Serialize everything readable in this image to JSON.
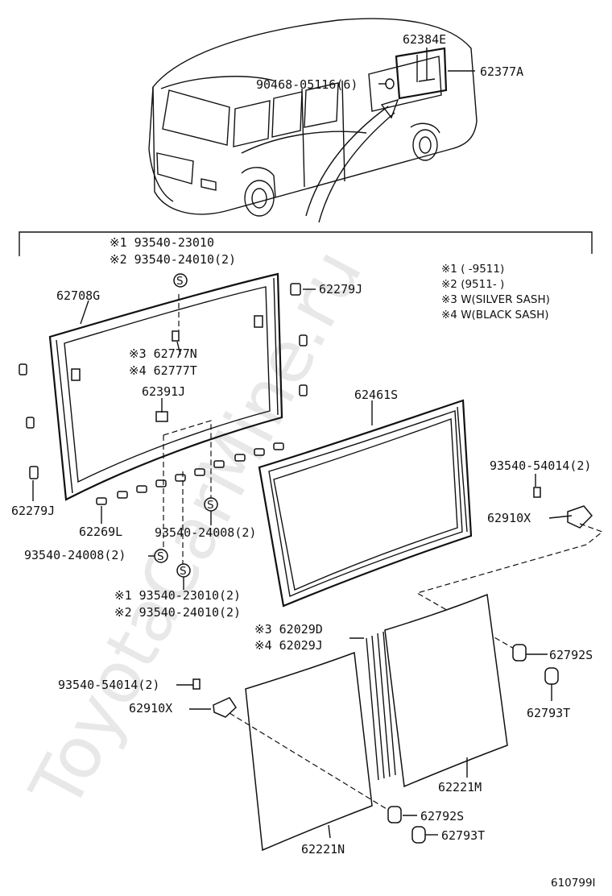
{
  "watermark": "ToyotaCarMine.ru",
  "drawing_id": "610799I",
  "notes": {
    "n1": "※1 (      -9511)",
    "n2": "※2 (9511-      )",
    "n3": "※3 W(SILVER SASH)",
    "n4": "※4 W(BLACK SASH)"
  },
  "labels": {
    "l62384E": "62384E",
    "l62377A": "62377A",
    "l90468": "90468-05116(6)",
    "top_screw_1": "※1 93540-23010",
    "top_screw_2": "※2 93540-24010(2)",
    "l62708G": "62708G",
    "l62279J_r": "62279J",
    "l62777N": "※3 62777N",
    "l62777T": "※4 62777T",
    "l62391J": "62391J",
    "l62461S": "62461S",
    "l93540_54014_r": "93540-54014(2)",
    "l62910X_r": "62910X",
    "l62279J_l": "62279J",
    "l62269L": "62269L",
    "l93540_24008_a": "93540-24008(2)",
    "l93540_24008_b": "93540-24008(2)",
    "bot_screw_1": "※1 93540-23010(2)",
    "bot_screw_2": "※2 93540-24010(2)",
    "l62029D": "※3 62029D",
    "l62029J": "※4 62029J",
    "l62792S_r": "62792S",
    "l62793T_r": "62793T",
    "l93540_54014_l": "93540-54014(2)",
    "l62910X_l": "62910X",
    "l62221M": "62221M",
    "l62792S_b": "62792S",
    "l62793T_b": "62793T",
    "l62221N": "62221N"
  }
}
